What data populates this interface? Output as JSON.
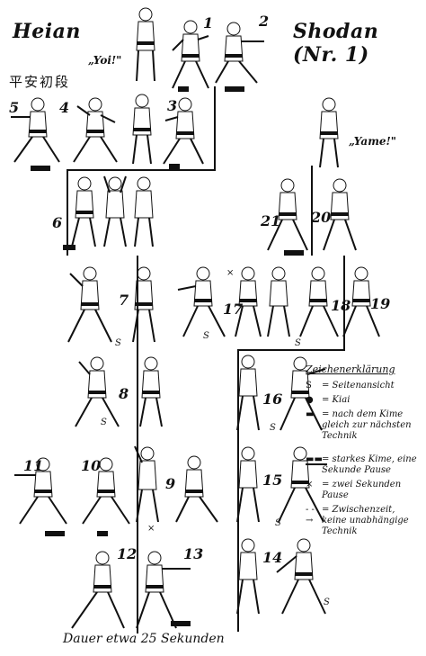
{
  "title_left": "Heian",
  "title_right": "Shodan (Nr. 1)",
  "kanji": "平安初段",
  "commands": {
    "start": "„Yoi!\"",
    "end": "„Yame!\""
  },
  "step_numbers": [
    "1",
    "2",
    "3",
    "4",
    "5",
    "6",
    "7",
    "8",
    "9",
    "10",
    "11",
    "12",
    "13",
    "14",
    "15",
    "16",
    "17",
    "18",
    "19",
    "20",
    "21"
  ],
  "side_marker": "S",
  "kiai_marker": "×",
  "legend": {
    "heading": "Zeichenerklärung",
    "items": [
      {
        "symbol": "S",
        "text": "= Seitenansicht"
      },
      {
        "symbol": "●",
        "text": "= Kiai"
      },
      {
        "symbol": "▬",
        "text": "= nach dem Kime gleich zur nächsten Technik"
      },
      {
        "symbol": "▬▬",
        "text": "= starkes Kime, eine Sekunde Pause"
      },
      {
        "symbol": "×",
        "text": "= zwei Sekunden Pause"
      },
      {
        "symbol": "- - →",
        "text": "= Zwischenzeit, keine unabhängige Technik"
      }
    ]
  },
  "duration": "Dauer etwa 25 Sekunden"
}
